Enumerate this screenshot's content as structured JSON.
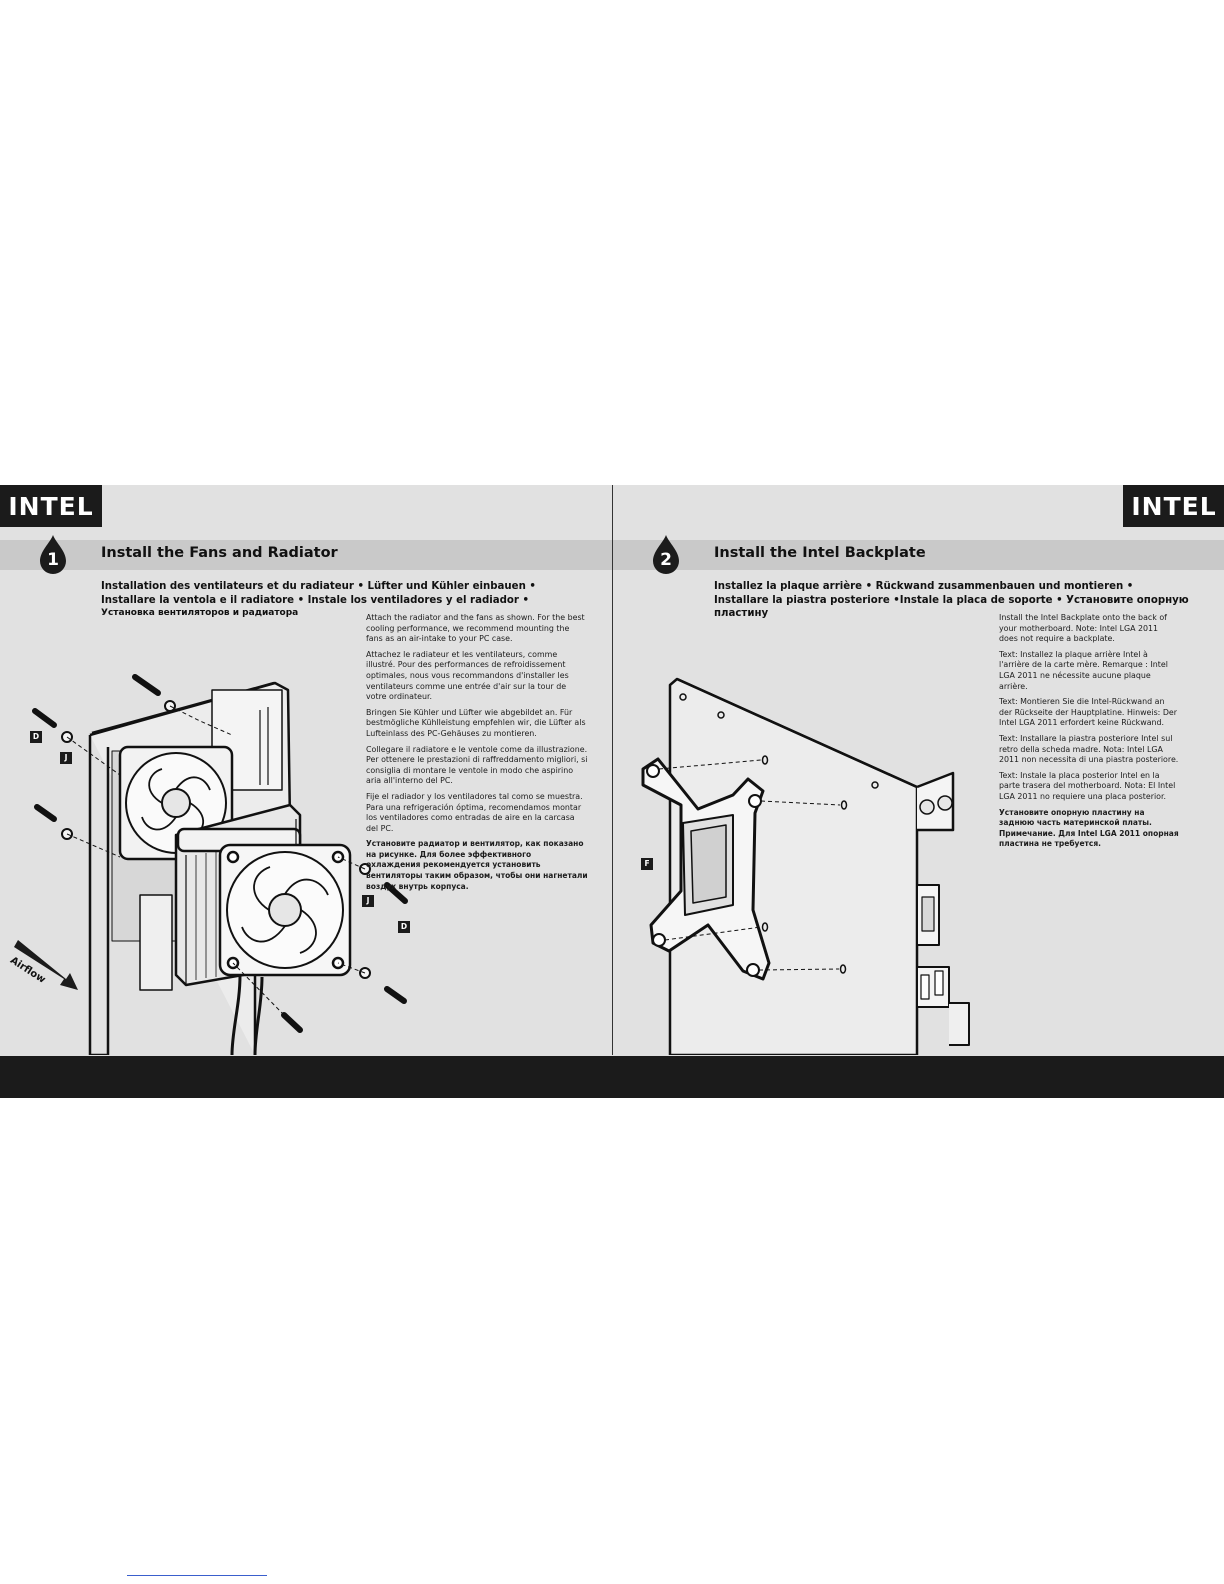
{
  "left_page": {
    "tag": "INTEL",
    "step_number": "1",
    "title": "Install the Fans and Radiator",
    "subtitle_line1": "Installation des ventilateurs et du radiateur • Lüfter und Kühler einbauen •",
    "subtitle_line2": "Installare la ventola e il radiatore •  Instale los ventiladores y el radiador •",
    "subtitle_line3": "Установка вентиляторов и радиатора",
    "paragraphs": {
      "en": "Attach the radiator and the fans as shown. For the best cooling performance, we recommend mounting the fans as an air-intake to your PC case.",
      "fr": "Attachez le radiateur et les ventilateurs, comme illustré. Pour des performances de refroidissement optimales, nous vous recommandons d'installer les ventilateurs comme une entrée d'air sur la tour de votre ordinateur.",
      "de": "Bringen Sie Kühler und Lüfter wie abgebildet an. Für bestmögliche Kühlleistung empfehlen wir, die Lüfter als Lufteinlass des PC-Gehäuses zu montieren.",
      "it": "Collegare il radiatore e le ventole come da illustrazione. Per ottenere le prestazioni di raffreddamento migliori, si consiglia di montare le ventole in modo che aspirino aria all'interno del PC.",
      "es": "Fije el radiador y los ventiladores tal como se muestra. Para una refrigeración óptima, recomendamos montar los ventiladores como entradas de aire en la carcasa del PC.",
      "ru": "Установите радиатор и вентилятор, как показано на рисунке. Для более эффективного охлаждения рекомендуется установить вентиляторы таким образом, чтобы они нагнетали воздух внутрь корпуса."
    },
    "callouts": {
      "d1": "D",
      "j1": "J",
      "j2": "J",
      "d2": "D"
    },
    "airflow_label": "Airflow"
  },
  "right_page": {
    "tag": "INTEL",
    "step_number": "2",
    "title": "Install the Intel Backplate",
    "subtitle_line1": "Installez la plaque arrière • Rückwand zusammenbauen und montieren •",
    "subtitle_line2": "Installare la piastra posteriore •Instale la placa de soporte • Установите опорную пластину",
    "paragraphs": {
      "en": "Install the Intel Backplate onto the back of your motherboard. Note: Intel LGA 2011 does not require a backplate.",
      "fr": "Text: Installez la plaque arrière Intel à l'arrière de la carte mère. Remarque : Intel LGA 2011 ne nécessite aucune plaque arrière.",
      "de": "Text: Montieren Sie die Intel-Rückwand an der Rückseite der Hauptplatine. Hinweis: Der Intel LGA 2011 erfordert keine Rückwand.",
      "it": "Text: Installare la piastra posteriore Intel sul retro della scheda madre. Nota: Intel LGA 2011 non necessita di una piastra posteriore.",
      "es": "Text: Instale la placa posterior Intel en la parte trasera del motherboard. Nota: El Intel LGA 2011 no requiere una placa posterior.",
      "ru": "Установите опорную пластину на заднюю часть материнской платы. Примечание. Для Intel LGA 2011 опорная пластина не требуется."
    },
    "callouts": {
      "f": "F"
    }
  },
  "colors": {
    "spread_background": "#e1e1e1",
    "band": "#c9c9c9",
    "dark": "#1b1b1b"
  }
}
